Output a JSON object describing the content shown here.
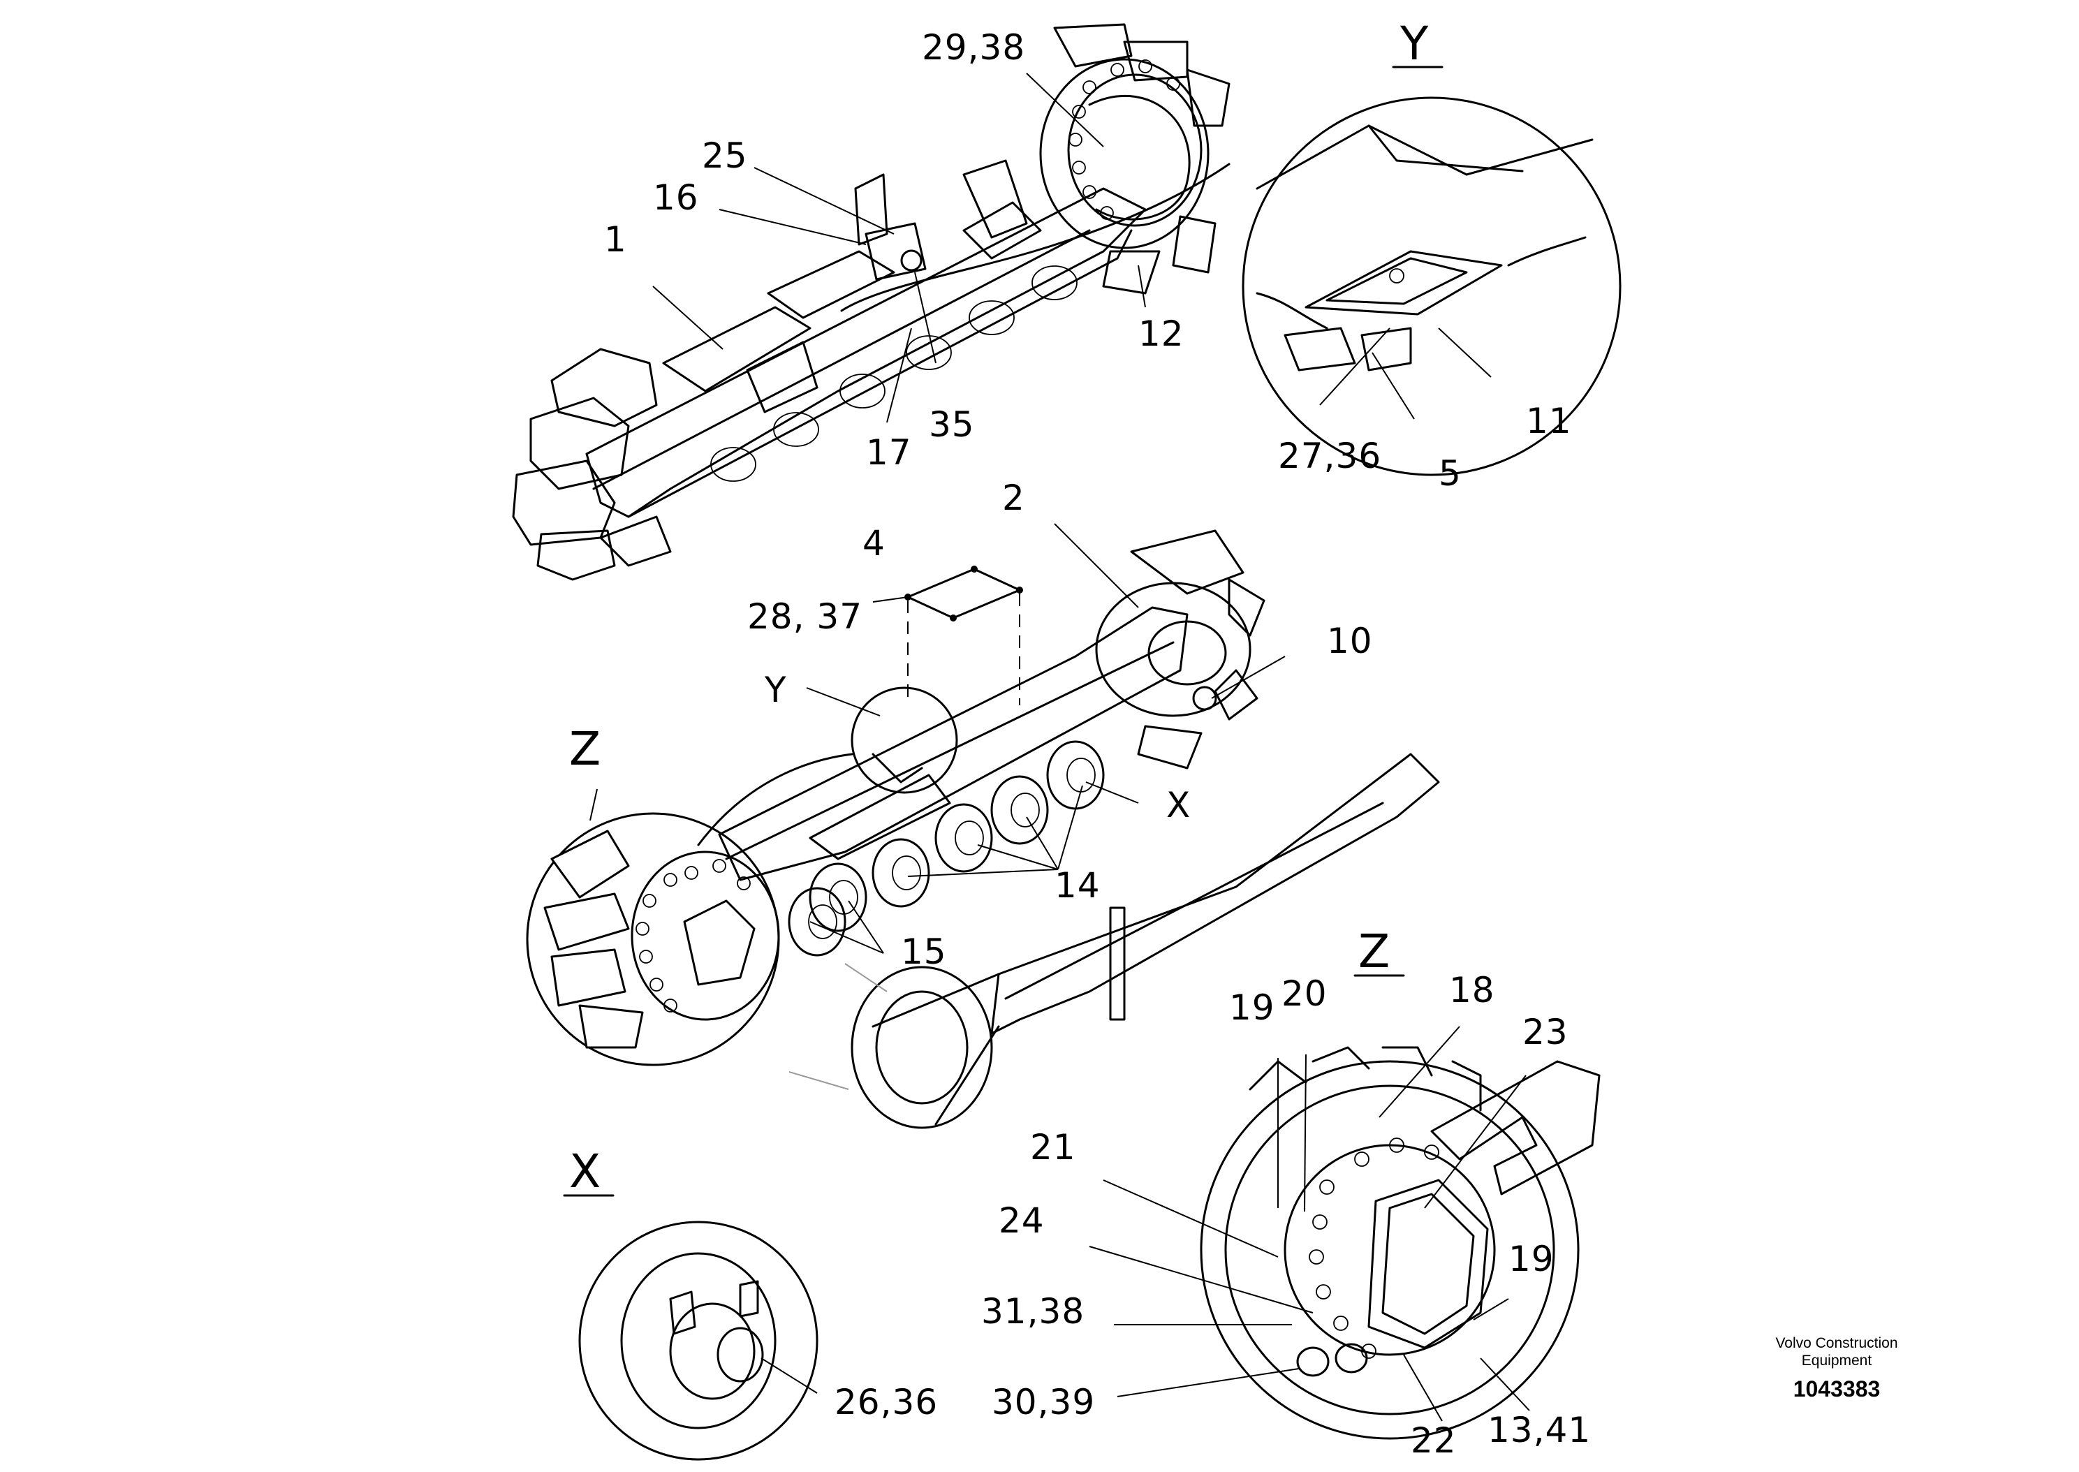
{
  "views": {
    "y": "Y",
    "z": "Z",
    "x": "X"
  },
  "callouts": {
    "c1": "1",
    "c2": "2",
    "c4": "4",
    "c5": "5",
    "c10": "10",
    "c11": "11",
    "c12": "12",
    "c14": "14",
    "c15": "15",
    "c16": "16",
    "c17": "17",
    "c18": "18",
    "c19a": "19",
    "c19b": "19",
    "c20": "20",
    "c21": "21",
    "c22": "22",
    "c23": "23",
    "c24": "24",
    "c25": "25",
    "c35": "35",
    "c26_36": "26,36",
    "c27_36": "27,36",
    "c28_37": "28, 37",
    "c29_38": "29,38",
    "c30_39": "30,39",
    "c31_38": "31,38",
    "c13_41": "13,41",
    "yref": "Y",
    "xref": "X"
  },
  "footer": {
    "brand_line1": "Volvo Construction",
    "brand_line2": "Equipment",
    "doc_number": "1043383"
  }
}
